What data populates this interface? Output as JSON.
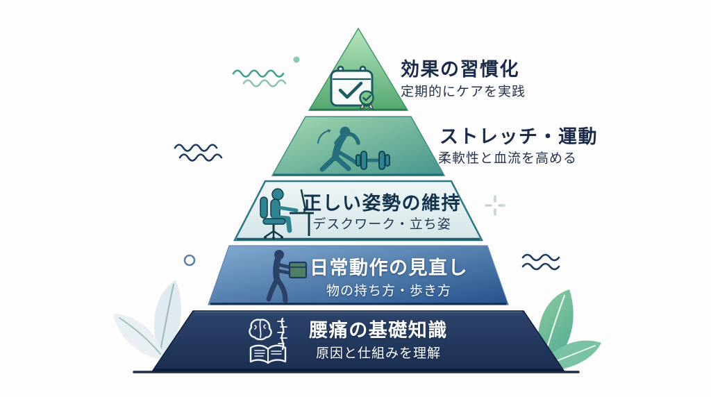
{
  "pyramid": {
    "levels": [
      {
        "rank": 1,
        "title": "効果の習慣化",
        "subtitle": "定期的にケアを実践",
        "icon": "calendar-check-icon",
        "label_placement": "outside-right",
        "color_from": "#b5e4bd",
        "color_to": "#54a871",
        "text_color": "#1b2b49"
      },
      {
        "rank": 2,
        "title": "ストレッチ・運動",
        "subtitle": "柔軟性と血流を高める",
        "icon": "stretch-exercise-icon",
        "label_placement": "outside-right",
        "color_from": "#a3d8ae",
        "color_to": "#45948e",
        "text_color": "#1b2b49"
      },
      {
        "rank": 3,
        "title": "正しい姿勢の維持",
        "subtitle": "デスクワーク・立ち姿",
        "icon": "desk-posture-icon",
        "label_placement": "inside",
        "color_from": "#eef5f6",
        "color_to": "#d5e6e9",
        "text_color": "#12314d"
      },
      {
        "rank": 4,
        "title": "日常動作の見直し",
        "subtitle": "物の持ち方・歩き方",
        "icon": "carrying-box-icon",
        "label_placement": "inside",
        "color_from": "#83abd0",
        "color_to": "#24528b",
        "text_color": "#ffffff"
      },
      {
        "rank": 5,
        "title": "腰痛の基礎知識",
        "subtitle": "原因と仕組みを理解",
        "icon": "brain-spine-book-icon",
        "label_placement": "inside",
        "color_from": "#2c436b",
        "color_to": "#1c2f52",
        "text_color": "#ffffff"
      }
    ]
  },
  "decorations": {
    "icons": [
      "wave-lines-icon",
      "plus-sparkle-icon",
      "circle-outline-icon",
      "dot-icon",
      "leaf-icon"
    ],
    "colors": {
      "teal_wave_dark": "#43a18c",
      "teal_wave_light": "#8ac7ab",
      "navy_wave": "#1e3a5f",
      "sparkle": "#c3d5ce",
      "circle_outline": "#5d81a5",
      "dot": "#6cbb9a",
      "leaf_pale": "#e0eaf0",
      "leaf_pale_2": "#e9f0f5",
      "leaf_green_from": "#8bcb9b",
      "leaf_green_to": "#58ae97",
      "baseline": "#1b2a45"
    }
  }
}
